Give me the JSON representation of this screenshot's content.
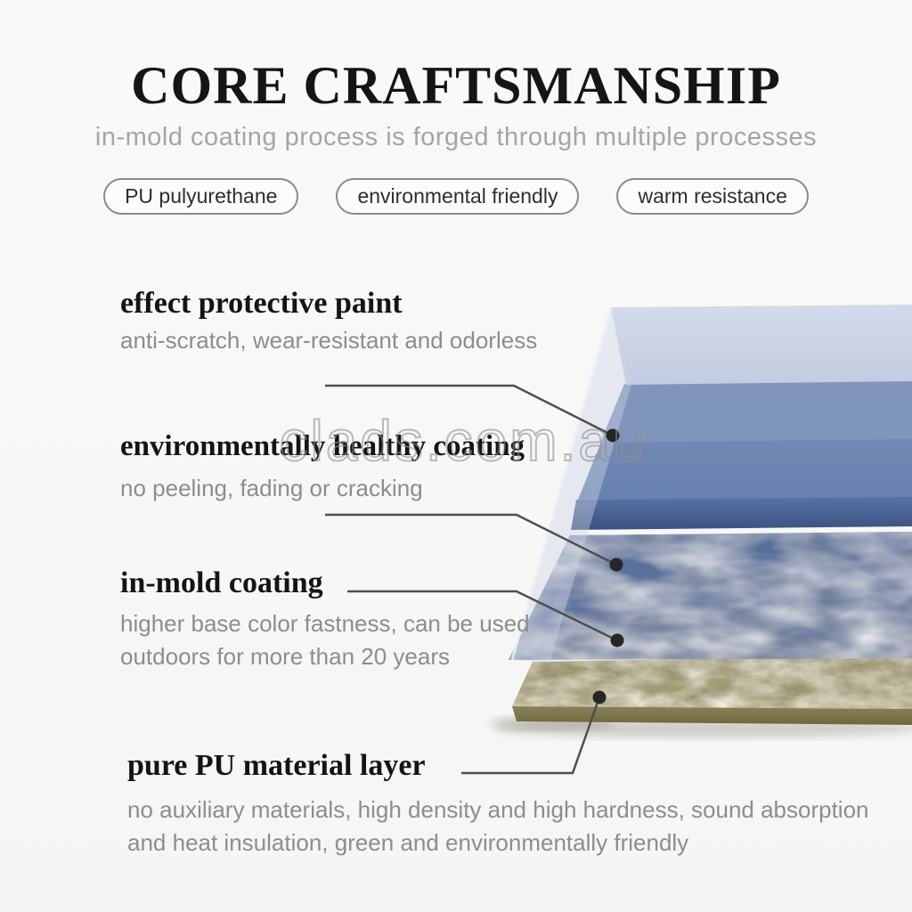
{
  "header": {
    "title": "CORE CRAFTSMANSHIP",
    "subtitle": "in-mold coating process is forged through multiple processes",
    "badges": [
      "PU pulyurethane",
      "environmental friendly",
      "warm resistance"
    ]
  },
  "watermark": "clads.com.au",
  "layers": [
    {
      "title": "effect protective paint",
      "description": "anti-scratch, wear-resistant and odorless"
    },
    {
      "title": "environmentally healthy coating",
      "description": "no peeling, fading or cracking"
    },
    {
      "title": "in-mold coating",
      "description": "higher base color fastness, can be used outdoors for more than 20 years"
    },
    {
      "title": "pure PU material layer",
      "description": "no auxiliary materials, high density and high hardness, sound absorption and heat insulation, green and environmentally friendly"
    }
  ],
  "colors": {
    "background": "#f8f8f6",
    "title_text": "#151515",
    "subtitle_text": "#a5a5a5",
    "label_title_text": "#141414",
    "label_desc_text": "#8d8d8d",
    "badge_border": "#8a8a8a",
    "sheet_top": "#cad2e5",
    "coating_band_light": "#8296bc",
    "coating_band": "#6d86b3",
    "coating_front_edge": "#3f5786",
    "inmold_surface": "#54709f",
    "pu_base_tan": "#a89f76",
    "pu_front_edge": "#7e7648",
    "leader_line": "#4f4f4f",
    "watermark": "#8f8f8f"
  }
}
